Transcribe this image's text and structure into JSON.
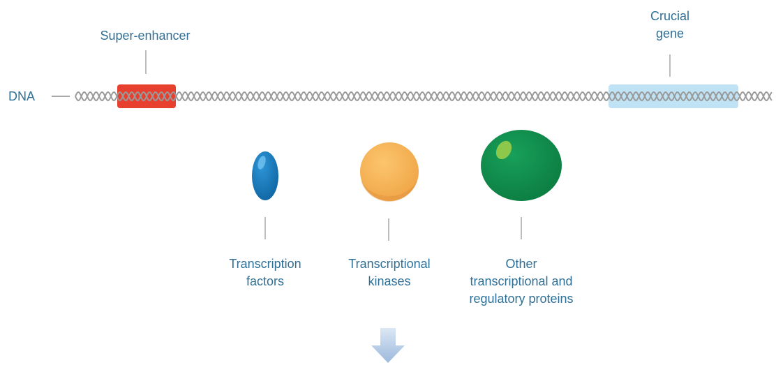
{
  "dna": {
    "label": "DNA",
    "strand_color": "#9a9a9a",
    "super_enhancer_color": "#e8402f",
    "gene_color": "#bfe3f5"
  },
  "callouts": {
    "super_enhancer": "Super-enhancer",
    "crucial_gene": "Crucial\ngene"
  },
  "proteins": [
    {
      "name": "transcription-factors",
      "label": "Transcription\nfactors",
      "color": "#1b7fc0"
    },
    {
      "name": "transcriptional-kinases",
      "label": "Transcriptional\nkinases",
      "color": "#f8b85f"
    },
    {
      "name": "other-proteins",
      "label": "Other\ntranscriptional and\nregulatory proteins",
      "color": "#139150"
    }
  ],
  "colors": {
    "text": "#2f6f96",
    "leader_line": "#a8a8a8",
    "arrow": "#b7cfe8"
  },
  "icons": [
    "down-arrow-icon"
  ]
}
